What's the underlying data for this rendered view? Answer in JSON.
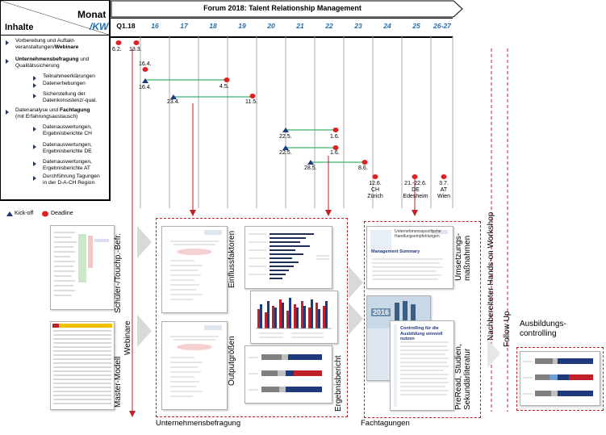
{
  "header": {
    "title": "Forum 2018: Talent Relationship Management",
    "monat": "Monat",
    "kw": "/KW",
    "inhalte": "Inhalte",
    "weeks": [
      "Q1.18",
      "16",
      "17",
      "18",
      "19",
      "20",
      "21",
      "22",
      "23",
      "24",
      "25",
      "26-27"
    ]
  },
  "tasks": [
    {
      "pre": "Vorbereitung und Auftakt-",
      "line2pre": "veranstaltungen/",
      "bold": "Webinare",
      "level": 0
    },
    {
      "bold": "Unternehmensbefragung",
      "post": " und",
      "line2pre": "Qualitätssicherung",
      "level": 0
    },
    {
      "pre": "Teilnahmeerklärungen",
      "level": 1
    },
    {
      "pre": "Datenerhebungen",
      "level": 1
    },
    {
      "pre": "Sicherstellung der",
      "line2pre": "Datenkonsistenz/-qual.",
      "level": 1
    },
    {
      "pre": "Datenanalyse und ",
      "bold": "Fachtagung",
      "line2pre": "(mit Erfahrungsaustausch)",
      "level": 0
    },
    {
      "pre": "Datenauswertungen,",
      "line2pre": "Ergebnisberichte CH",
      "level": 1
    },
    {
      "pre": "Datenauswertungen,",
      "line2pre": "Ergebnisberichte DE",
      "level": 1
    },
    {
      "pre": "Datenauswertungen,",
      "line2pre": "Ergebnisberichte AT",
      "level": 1
    },
    {
      "pre": "Durchführung Tagungen",
      "line2pre": "in der D-A-CH Region",
      "level": 1
    }
  ],
  "milestones": {
    "m1": "6.2.",
    "m2": "13.3.",
    "m3": "16.4.",
    "m4": "16.4.",
    "m5": "4.5.",
    "m6": "23.4.",
    "m7": "11.5.",
    "m8": "22.5.",
    "m9": "1.6.",
    "m10": "22.5.",
    "m11": "1.6.",
    "m12": "28.5.",
    "m13": "8.6.",
    "t1": "12.6.",
    "t1b": "CH",
    "t1c": "Zürich",
    "t2": "21.-22.6.",
    "t2b": "DE",
    "t2c": "Edesheim",
    "t3": "3.7.",
    "t3b": "AT",
    "t3c": "Wien"
  },
  "legend": {
    "kickoff": "Kick-off",
    "deadline": "Deadline"
  },
  "labels": {
    "schueler": "Schüler-/Touchp.-Befr.",
    "webinare": "Webinare",
    "master": "Master-Modell",
    "einfluss": "Einflussfaktoren",
    "output": "Outputgrößen",
    "ergebnis": "Ergebnisbericht",
    "unternehmensbefragung": "Unternehmensbefragung",
    "umsetzung1": "Umsetzungs-",
    "umsetzung2": "maßnahmen",
    "preread1": "PreRead, Studien,",
    "preread2": "Sekundärliteratur",
    "fachtagungen": "Fachtagungen",
    "nachbereitet": "Nachbereiteter Hands-on Workshop",
    "followup": "Follow Up",
    "ausbildung1": "Ausbildungs-",
    "ausbildung2": "controlling"
  },
  "docs": {
    "um_title": "Unternehmensspezifische Handlungsempfehlungen",
    "mgmt": "Management Summary",
    "year": "2016",
    "ctrl": "Controlling für die Ausbildung sinnvoll nutzen"
  },
  "colors": {
    "navy": "#1f3a7a",
    "red": "#e02020",
    "blue": "#1f6fb5",
    "green": "#3cb371",
    "frame": "#c0202a"
  }
}
